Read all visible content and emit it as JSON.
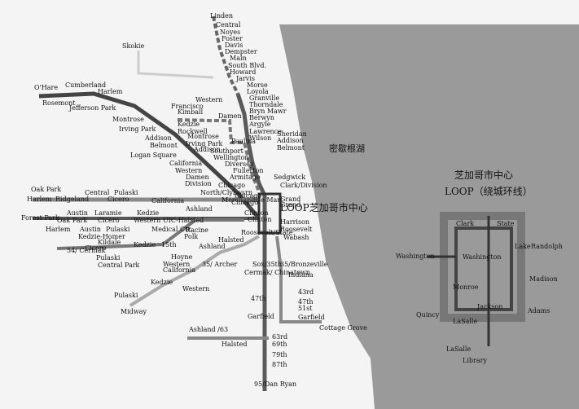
{
  "lake_label": "密歇根湖",
  "loop_label": "LOOP芝加哥市中心",
  "inset": {
    "title_cn": "芝加哥市中心",
    "title_loop": "LOOP（绕城环线）",
    "stations": [
      "Clark",
      "State",
      "Lake",
      "Randolph",
      "Washington",
      "Washington",
      "Monroe",
      "Madison",
      "Jackson",
      "Adams",
      "Quincy",
      "LaSalle",
      "LaSalle",
      "Library"
    ]
  },
  "stations": [
    "Linden",
    "Central",
    "Noyes",
    "Foster",
    "Davis",
    "Dempster",
    "Main",
    "South Blvd.",
    "Howard",
    "Jarvis",
    "Morse",
    "Loyola",
    "Granville",
    "Thorndale",
    "Bryn Mawr",
    "Berwyn",
    "Argyle",
    "Lawrence",
    "Wilson",
    "Sheridan",
    "Addison",
    "Belmont",
    "Skokie",
    "O'Hare",
    "Cumberland",
    "Harlem",
    "Rosemont",
    "Jefferson Park",
    "Montrose",
    "Irving Park",
    "Addison",
    "Belmont",
    "Logan Square",
    "California",
    "Western",
    "Damen",
    "Division",
    "Chicago",
    "Grand",
    "Clark/Division",
    "Western",
    "Francisco",
    "Kimball",
    "Damen",
    "Kedzie",
    "Rockwell",
    "Montrose",
    "Irving Park",
    "Addison",
    "Paulina",
    "Southport",
    "Wellington",
    "Diversey",
    "Fullerton",
    "Armitage",
    "Sedgwick",
    "Chicago",
    "North/Clybourn",
    "Chicago",
    "Grand",
    "Oak Park",
    "Harlem",
    "Ridgeland",
    "Central",
    "Pulaski",
    "Cicero",
    "California",
    "Ashland",
    "Merchandise Mart",
    "Austin",
    "Laramie",
    "Kedzie",
    "Clinton",
    "Forest Park",
    "Oak Park",
    "Cicero",
    "Western",
    "UIC-Halsted",
    "Clinton",
    "Harrison",
    "Harlem",
    "Austin",
    "Pulaski",
    "Kedzie-Homer",
    "Medical Ctr.",
    "Racine",
    "Polk",
    "Roosevelt/State",
    "Roosevelt",
    "Wabash",
    "Halsted",
    "Ashland",
    "54/ Cermak",
    "Cicero",
    "Kildale",
    "Kedzie",
    "15th",
    "Pulaski",
    "Central Park",
    "Hoyne",
    "Western",
    "California",
    "35/ Archer",
    "Kedzie",
    "Western",
    "Pulaski",
    "Midway",
    "Cermak/ Chinatown",
    "Sox/35th",
    "35/Bronzeville",
    "Indiana",
    "43rd",
    "47th",
    "51st",
    "Garfield",
    "47th",
    "Garfield",
    "Cottage Grove",
    "Ashland /63",
    "Halsted",
    "63rd",
    "69th",
    "79th",
    "87th",
    "95/Dan Ryan"
  ]
}
